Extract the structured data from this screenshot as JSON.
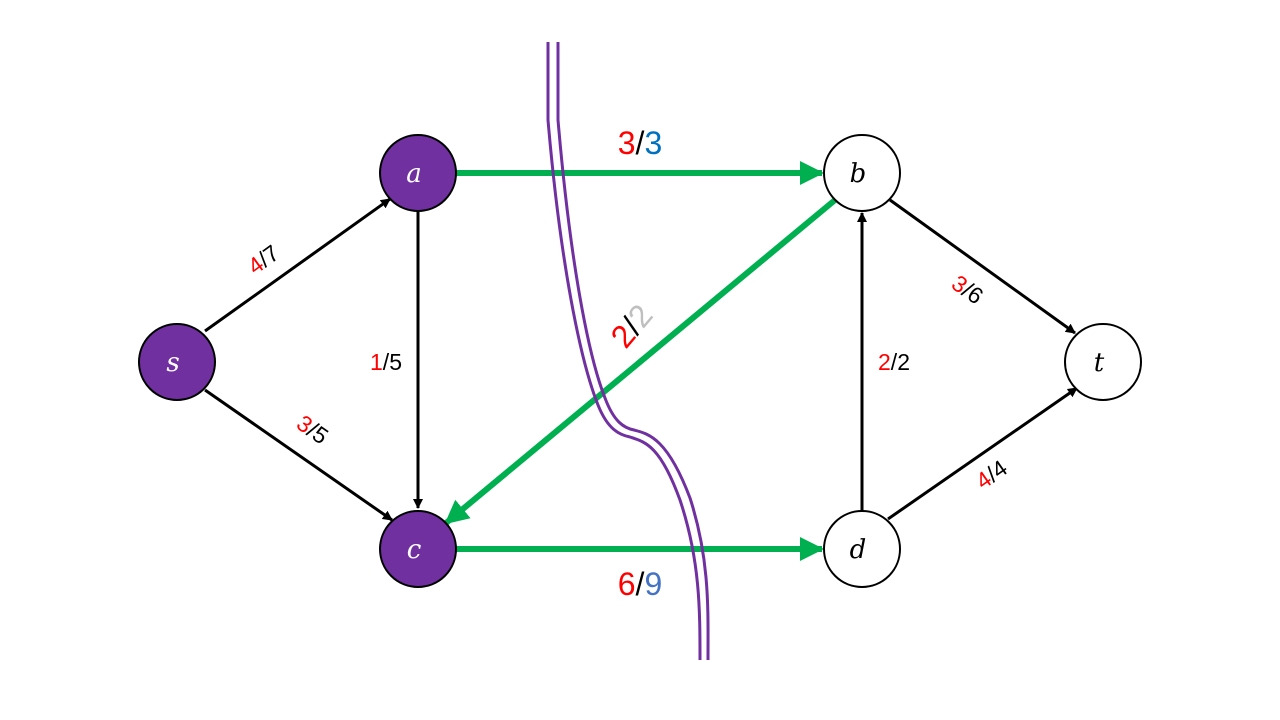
{
  "colors": {
    "flow": "#ff0000",
    "capacity": "#000000",
    "saturated_capacity_ab": "#0070c0",
    "saturated_capacity_cd": "#4472c4",
    "back_capacity": "#bfbfbf",
    "source_side_node": "#7030a0",
    "sink_side_node": "#ffffff",
    "cut_edge": "#00b050",
    "cut_line": "#7030a0"
  },
  "nodes": {
    "s": {
      "label": "s",
      "side": "source"
    },
    "a": {
      "label": "a",
      "side": "source"
    },
    "c": {
      "label": "c",
      "side": "source"
    },
    "b": {
      "label": "b",
      "side": "sink"
    },
    "d": {
      "label": "d",
      "side": "sink"
    },
    "t": {
      "label": "t",
      "side": "sink"
    }
  },
  "edges": {
    "s_a": {
      "flow": "4",
      "sep": "/",
      "cap": "7"
    },
    "s_c": {
      "flow": "3",
      "sep": "/",
      "cap": "5"
    },
    "a_c": {
      "flow": "1",
      "sep": "/",
      "cap": "5"
    },
    "a_b": {
      "flow": "3",
      "sep": "/",
      "cap": "3"
    },
    "b_c": {
      "flow": "2",
      "sep": "/",
      "cap": "2"
    },
    "c_d": {
      "flow": "6",
      "sep": "/",
      "cap": "9"
    },
    "d_b": {
      "flow": "2",
      "sep": "/",
      "cap": "2"
    },
    "b_t": {
      "flow": "3",
      "sep": "/",
      "cap": "6"
    },
    "d_t": {
      "flow": "4",
      "sep": "/",
      "cap": "4"
    }
  }
}
